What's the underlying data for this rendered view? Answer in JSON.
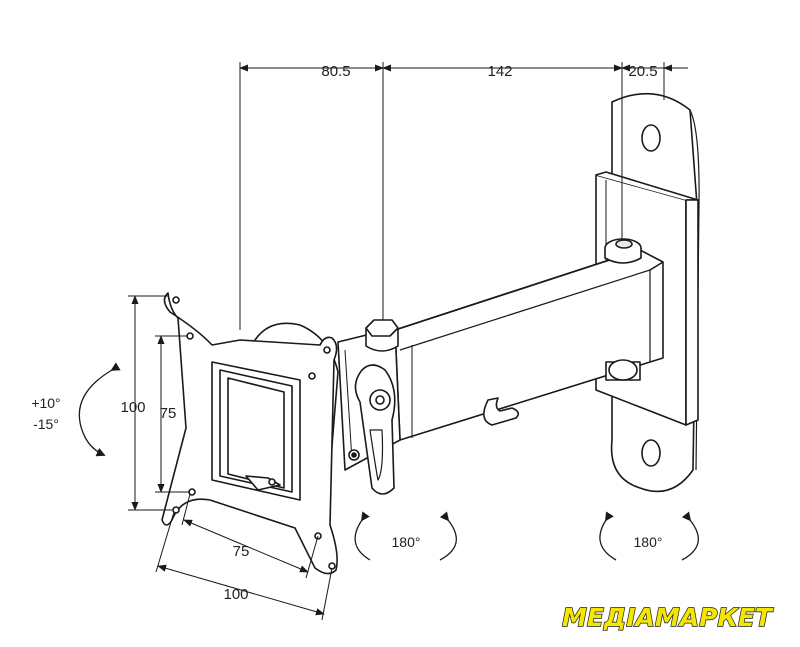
{
  "dimensions": {
    "top_left": "80.5",
    "top_middle": "142",
    "top_right": "20.5",
    "vertical_outer": "100",
    "vertical_inner": "75",
    "horizontal_inner": "75",
    "horizontal_outer": "100"
  },
  "tilt": {
    "up": "+10°",
    "down": "-15°"
  },
  "rotation": {
    "left": "180°",
    "right": "180°"
  },
  "logo": {
    "text": "МЕДІАМАРКЕТ"
  },
  "colors": {
    "line": "#1a1a1a",
    "logo_fill": "#f5e600",
    "logo_stroke": "#1a1a1a"
  }
}
